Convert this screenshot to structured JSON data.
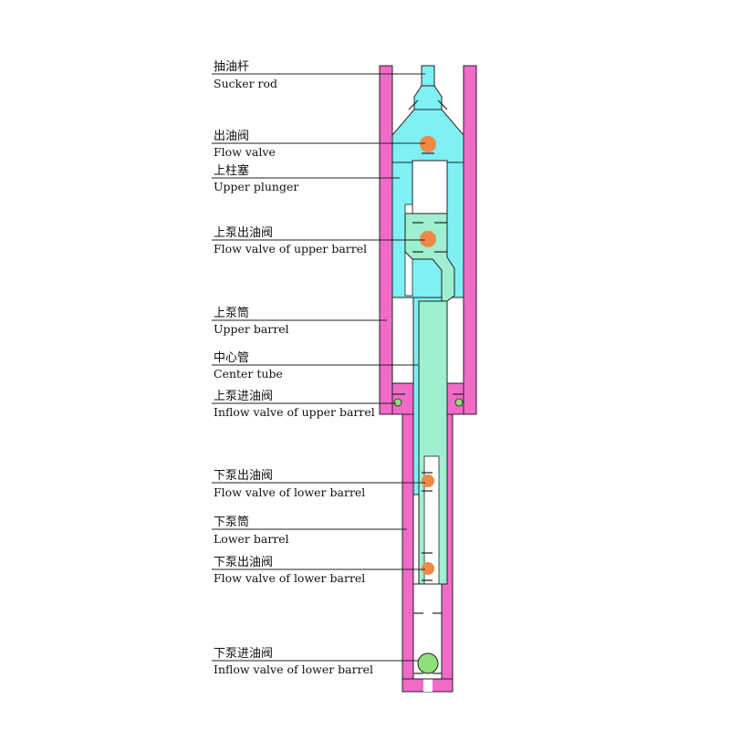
{
  "colors": {
    "barrel": "#f06ac8",
    "plunger": "#7ff0f4",
    "center_tube": "#9ef0d0",
    "flow_valve": "#f08848",
    "inflow_valve": "#8ee07a",
    "outline": "#222222",
    "background": "#ffffff"
  },
  "labels": [
    {
      "id": "sucker-rod",
      "cn": "抽油杆",
      "en": "Sucker rod"
    },
    {
      "id": "flow-valve",
      "cn": "出油阀",
      "en": "Flow valve"
    },
    {
      "id": "upper-plunger",
      "cn": "上柱塞",
      "en": "Upper plunger"
    },
    {
      "id": "flow-valve-upper-barrel",
      "cn": "上泵出油阀",
      "en": "Flow valve of upper barrel"
    },
    {
      "id": "upper-barrel",
      "cn": "上泵筒",
      "en": "Upper barrel"
    },
    {
      "id": "center-tube",
      "cn": "中心管",
      "en": "Center tube"
    },
    {
      "id": "inflow-valve-upper-barrel",
      "cn": "上泵进油阀",
      "en": "Inflow valve of upper barrel"
    },
    {
      "id": "flow-valve-lower-barrel-1",
      "cn": "下泵出油阀",
      "en": "Flow valve of lower barrel"
    },
    {
      "id": "lower-barrel",
      "cn": "下泵筒",
      "en": "Lower barrel"
    },
    {
      "id": "flow-valve-lower-barrel-2",
      "cn": "下泵出油阀",
      "en": "Flow valve of lower barrel"
    },
    {
      "id": "inflow-valve-lower-barrel",
      "cn": "下泵进油阀",
      "en": "Inflow valve of lower barrel"
    }
  ]
}
